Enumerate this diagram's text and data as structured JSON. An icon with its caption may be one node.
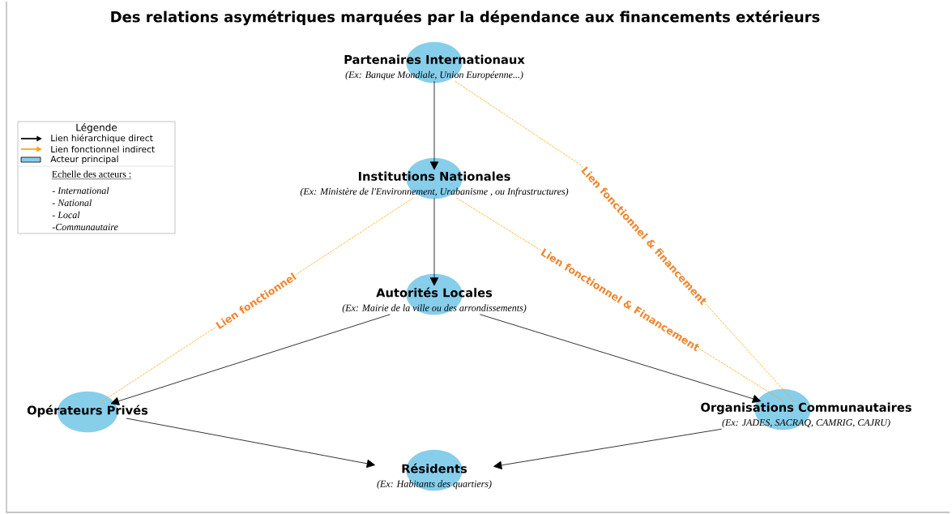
{
  "diagram": {
    "title": "Des relations asymétriques marquées par la dépendance aux financements extérieurs",
    "nodes": [
      {
        "text": [
          "Partenaires Internationaux",
          "(Ex: Banque Mondiale, Union Européenne...)"
        ]
      },
      {
        "text": [
          "Institutions Nationales",
          "(Ex: Ministère de l'Environnement, Urabanisme , ou Infrastructures)"
        ]
      },
      {
        "text": [
          "Autorités Locales",
          "(Ex: Mairie de la ville ou des arrondissements)"
        ]
      },
      {
        "text": [
          "Opérateurs Privés"
        ]
      },
      {
        "text": [
          "Organisations Communautaires"
        ],
        "beside": [
          "(Ex: JADES, SACRAQ, CAMRIG, CAJRU)"
        ]
      },
      {
        "text": [
          "Résidents",
          "(Ex: Habitants des quartiers)"
        ]
      }
    ],
    "edges": [
      {
        "from": 0,
        "to": 1,
        "arrow": "to"
      },
      {
        "from": 1,
        "to": 2,
        "arrow": "to"
      },
      {
        "from": 2,
        "to": 3,
        "arrow": "to"
      },
      {
        "from": 2,
        "to": 4,
        "arrow": "to"
      },
      {
        "from": 3,
        "to": 5,
        "arrow": "to"
      },
      {
        "from": 4,
        "to": 5,
        "arrow": "to"
      },
      {
        "from": 1,
        "to": 3,
        "arrow": "none",
        "label": "Lien fonctionnel",
        "style": "dashed",
        "color": "#ffa500"
      },
      {
        "from": 1,
        "to": 4,
        "arrow": "none",
        "label": "Lien fonctionnel & Financement",
        "style": "dashed",
        "color": "#ffa500"
      },
      {
        "from": 0,
        "to": 4,
        "arrow": "none",
        "label": "Lien fonctionnel & financement",
        "style": "dashed",
        "color": "#ffa500"
      }
    ],
    "labels": [
      "Légende",
      "Echelle des acteurs :",
      "- International",
      "- National",
      "- Local",
      "-Communautaire"
    ],
    "legend": [
      {
        "text": "Lien hiérarchique direct"
      },
      {
        "text": "Lien fonctionnel indirect"
      },
      {
        "text": "Acteur principal",
        "color": "#87ceeb"
      }
    ]
  }
}
